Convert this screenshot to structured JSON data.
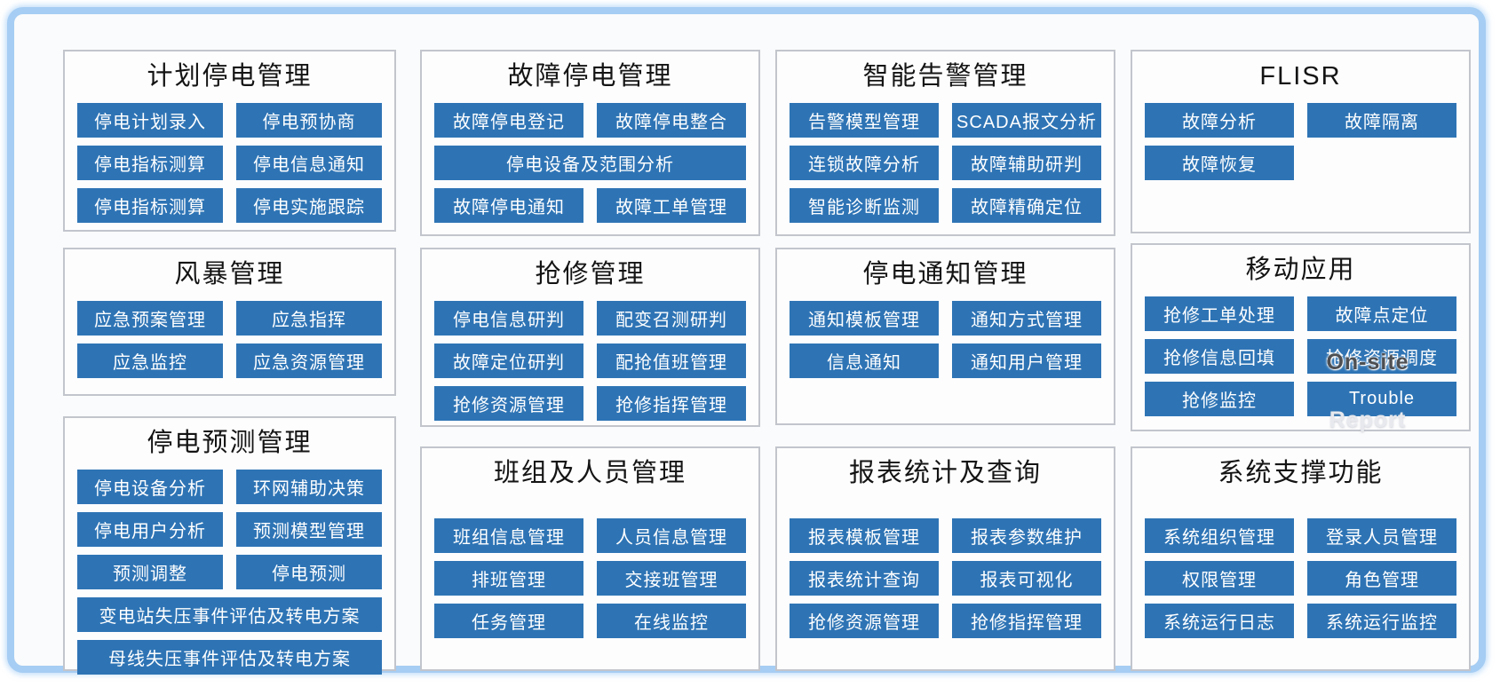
{
  "colors": {
    "frame_blue": "#a6cdf3",
    "page_background": "#fafbfc",
    "panel_background": "#fdfdfe",
    "panel_border_gray": "#c2c5cc",
    "module_button_blue": "#2e74b5",
    "button_text": "#ffffff",
    "title_text": "#141414"
  },
  "overlay": {
    "above": "On-site",
    "below": "Report"
  },
  "panels": [
    {
      "key": "planned-outage-mgmt",
      "title": "计划停电管理",
      "buttons": [
        {
          "label": "停电计划录入"
        },
        {
          "label": "停电预协商"
        },
        {
          "label": "停电指标测算"
        },
        {
          "label": "停电信息通知"
        },
        {
          "label": "停电指标测算"
        },
        {
          "label": "停电实施跟踪"
        }
      ]
    },
    {
      "key": "fault-outage-mgmt",
      "title": "故障停电管理",
      "buttons": [
        {
          "label": "故障停电登记"
        },
        {
          "label": "故障停电整合"
        },
        {
          "label": "停电设备及范围分析",
          "span": 2
        },
        {
          "label": "故障停电通知"
        },
        {
          "label": "故障工单管理"
        }
      ]
    },
    {
      "key": "intelligent-alarm-mgmt",
      "title": "智能告警管理",
      "buttons": [
        {
          "label": "告警模型管理"
        },
        {
          "label": "SCADA报文分析"
        },
        {
          "label": "连锁故障分析"
        },
        {
          "label": "故障辅助研判"
        },
        {
          "label": "智能诊断监测"
        },
        {
          "label": "故障精确定位"
        }
      ]
    },
    {
      "key": "flisr",
      "title": "FLISR",
      "buttons": [
        {
          "label": "故障分析"
        },
        {
          "label": "故障隔离"
        },
        {
          "label": "故障恢复"
        }
      ]
    },
    {
      "key": "storm-mgmt",
      "title": "风暴管理",
      "buttons": [
        {
          "label": "应急预案管理"
        },
        {
          "label": "应急指挥"
        },
        {
          "label": "应急监控"
        },
        {
          "label": "应急资源管理"
        }
      ]
    },
    {
      "key": "repair-mgmt",
      "title": "抢修管理",
      "buttons": [
        {
          "label": "停电信息研判"
        },
        {
          "label": "配变召测研判"
        },
        {
          "label": "故障定位研判"
        },
        {
          "label": "配抢值班管理"
        },
        {
          "label": "抢修资源管理"
        },
        {
          "label": "抢修指挥管理"
        }
      ]
    },
    {
      "key": "outage-notification-mgmt",
      "title": "停电通知管理",
      "buttons": [
        {
          "label": "通知模板管理"
        },
        {
          "label": "通知方式管理"
        },
        {
          "label": "信息通知"
        },
        {
          "label": "通知用户管理"
        }
      ]
    },
    {
      "key": "mobile-apps",
      "title": "移动应用",
      "buttons": [
        {
          "label": "抢修工单处理"
        },
        {
          "label": "故障点定位"
        },
        {
          "label": "抢修信息回填"
        },
        {
          "label": "抢修资源调度"
        },
        {
          "label": "抢修监控"
        },
        {
          "label": "Trouble"
        }
      ]
    },
    {
      "key": "outage-forecast-mgmt",
      "title": "停电预测管理",
      "buttons": [
        {
          "label": "停电设备分析"
        },
        {
          "label": "环网辅助决策"
        },
        {
          "label": "停电用户分析"
        },
        {
          "label": "预测模型管理"
        },
        {
          "label": "预测调整"
        },
        {
          "label": "停电预测"
        },
        {
          "label": "变电站失压事件评估及转电方案",
          "span": 2
        },
        {
          "label": "母线失压事件评估及转电方案",
          "span": 2
        }
      ]
    },
    {
      "key": "team-personnel-mgmt",
      "title": "班组及人员管理",
      "buttons": [
        {
          "label": "班组信息管理"
        },
        {
          "label": "人员信息管理"
        },
        {
          "label": "排班管理"
        },
        {
          "label": "交接班管理"
        },
        {
          "label": "任务管理"
        },
        {
          "label": "在线监控"
        }
      ]
    },
    {
      "key": "report-stats-query",
      "title": "报表统计及查询",
      "buttons": [
        {
          "label": "报表模板管理"
        },
        {
          "label": "报表参数维护"
        },
        {
          "label": "报表统计查询"
        },
        {
          "label": "报表可视化"
        },
        {
          "label": "抢修资源管理"
        },
        {
          "label": "抢修指挥管理"
        }
      ]
    },
    {
      "key": "system-support-functions",
      "title": "系统支撑功能",
      "buttons": [
        {
          "label": "系统组织管理"
        },
        {
          "label": "登录人员管理"
        },
        {
          "label": "权限管理"
        },
        {
          "label": "角色管理"
        },
        {
          "label": "系统运行日志"
        },
        {
          "label": "系统运行监控"
        }
      ]
    }
  ]
}
